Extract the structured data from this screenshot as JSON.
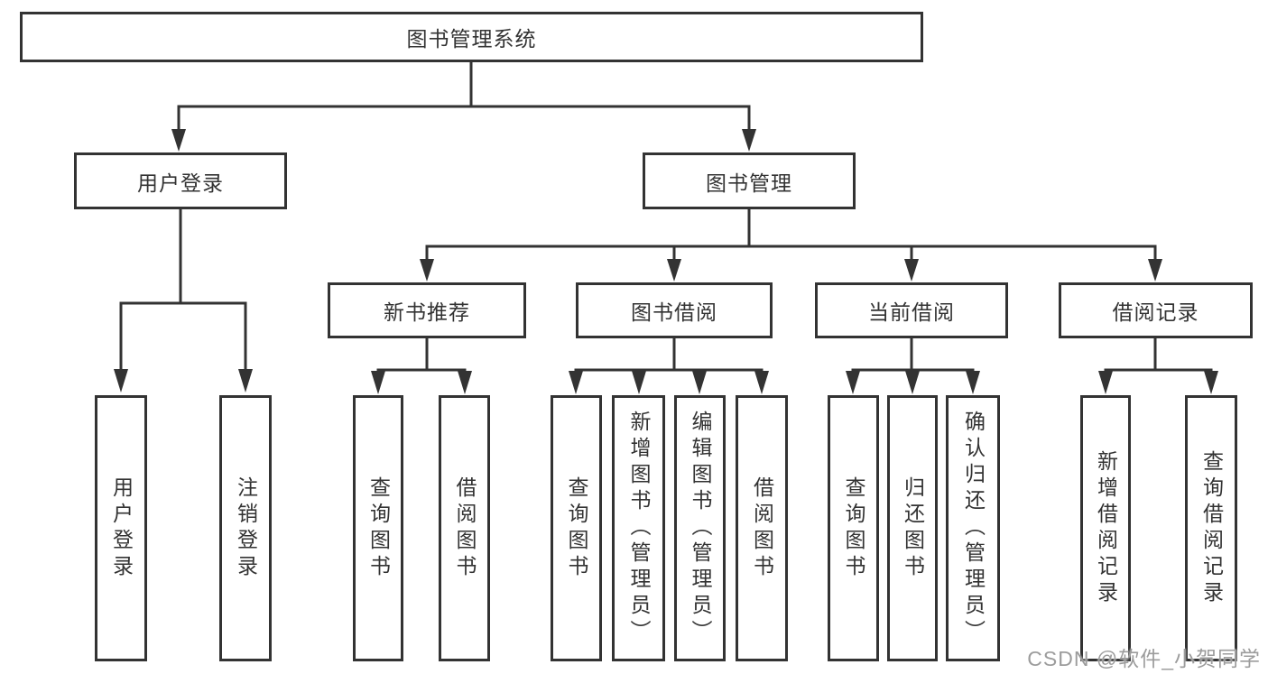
{
  "tree": {
    "root": {
      "label": "图书管理系统"
    },
    "branches": [
      {
        "label": "用户登录",
        "children": [
          {
            "label": "用户登录"
          },
          {
            "label": "注销登录"
          }
        ]
      },
      {
        "label": "图书管理",
        "children": [
          {
            "label": "新书推荐",
            "children": [
              {
                "label": "查询图书"
              },
              {
                "label": "借阅图书"
              }
            ]
          },
          {
            "label": "图书借阅",
            "children": [
              {
                "label": "查询图书"
              },
              {
                "label": "新增图书（管理员）"
              },
              {
                "label": "编辑图书（管理员）"
              },
              {
                "label": "借阅图书"
              }
            ]
          },
          {
            "label": "当前借阅",
            "children": [
              {
                "label": "查询图书"
              },
              {
                "label": "归还图书"
              },
              {
                "label": "确认归还（管理员）"
              }
            ]
          },
          {
            "label": "借阅记录",
            "children": [
              {
                "label": "新增借阅记录"
              },
              {
                "label": "查询借阅记录"
              }
            ]
          }
        ]
      }
    ]
  },
  "watermark": {
    "text": "CSDN @软件_小贺同学"
  },
  "colors": {
    "line": "#333333",
    "box_border": "#333333",
    "text": "#333333",
    "watermark": "#9c9c9c",
    "background": "#ffffff"
  }
}
